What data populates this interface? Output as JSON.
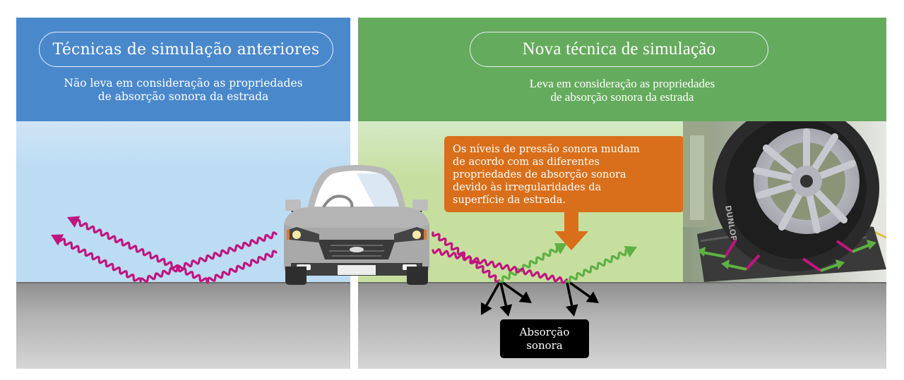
{
  "left_panel": {
    "title": "Técnicas de simulação anteriores",
    "subtitle_line1": "Não leva em consideração as propriedades",
    "subtitle_line2": "de absorção sonora da estrada",
    "header_color": "#4a88cc",
    "sky_color": "#bcdcf3",
    "wave_color": "#c0157f"
  },
  "right_panel": {
    "title": "Nova técnica de simulação",
    "subtitle_line1": "Leva em consideração as propriedades",
    "subtitle_line2": "de absorção sonora da estrada",
    "header_color": "#65ab5d",
    "sky_color": "#c6df9f",
    "callout": {
      "lines": [
        "Os níveis de pressão sonora mudam",
        "de acordo com as diferentes",
        "propriedades de absorção sonora",
        "devido às irregularidades da",
        "superfície da estrada."
      ],
      "color": "#d96f1a"
    },
    "absorption_label_line1": "Absorção",
    "absorption_label_line2": "sonora",
    "reflected_wave_color": "#5fb043",
    "incident_wave_color": "#c0157f",
    "photo": {
      "subject": "tire-on-test-road-surface",
      "tire_brand_text": "DUNLOP"
    }
  },
  "icons": {
    "car": "car-front-icon",
    "sound_wave": "wavy-arrow-icon",
    "absorption_arrow": "black-arrow-icon",
    "down_arrow": "orange-down-arrow-icon"
  }
}
